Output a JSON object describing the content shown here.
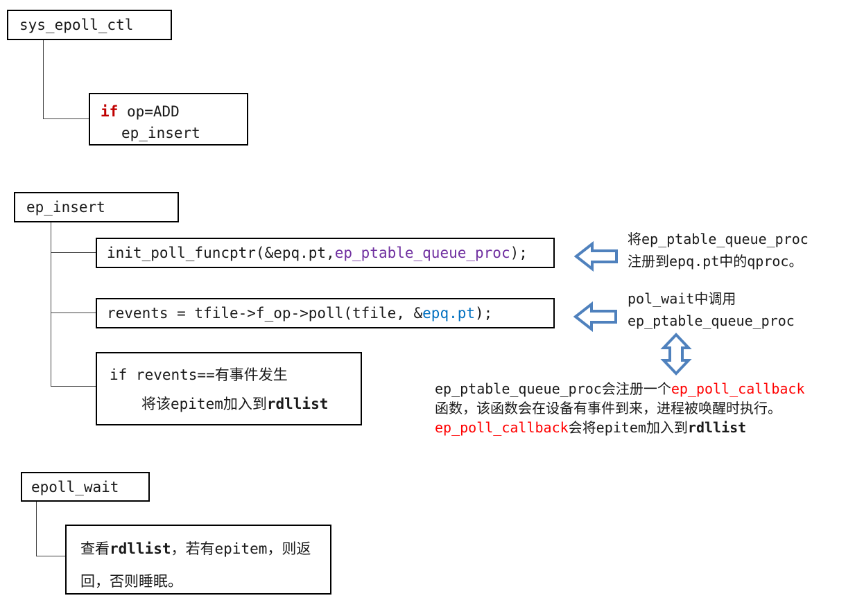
{
  "colors": {
    "box_border": "#000000",
    "connector": "#404040",
    "if_keyword": "#c00000",
    "function_purple": "#7030a0",
    "code_blue": "#0070c0",
    "note_red": "#ff0000",
    "arrow_blue": "#4f81bd",
    "text": "#1a1a1a"
  },
  "flow": {
    "sys_epoll_ctl": {
      "label": "sys_epoll_ctl"
    },
    "if_op_add": {
      "keyword": "if",
      "cond": " op=ADD",
      "body": "ep_insert"
    },
    "ep_insert": {
      "label": "ep_insert"
    },
    "init_poll_funcptr": {
      "pre": "init_poll_funcptr(&epq.pt, ",
      "arg": "ep_ptable_queue_proc",
      "post": " );"
    },
    "revents_poll": {
      "pre": "revents = tfile->f_op->poll(tfile, &",
      "arg": "epq.pt",
      "post": ");"
    },
    "if_revents": {
      "cond": "if revents==有事件发生",
      "action_pre": "将该epitem加入到",
      "action_bold": "rdllist"
    },
    "epoll_wait": {
      "label": "epoll_wait"
    },
    "check_rdllist": {
      "l1_pre": "查看",
      "l1_bold": "rdllist",
      "l1_post": "，若有epitem，则返",
      "l2": "回，否则睡眠。"
    }
  },
  "annotations": {
    "register_note": {
      "l1": "将ep_ptable_queue_proc",
      "l2": "注册到epq.pt中的qproc。"
    },
    "call_note": {
      "l1": "pol_wait中调用",
      "l2": "ep_ptable_queue_proc"
    },
    "callback_note": {
      "l1_black": "ep_ptable_queue_proc会注册一个",
      "l1_red": "ep_poll_callback",
      "l2": "函数，该函数会在设备有事件到来，进程被唤醒时执行。",
      "l3_red": "ep_poll_callback",
      "l3_mid": "会将epitem加入到",
      "l3_bold": "rdllist"
    }
  },
  "icons": {
    "left_arrow": "block-arrow-left",
    "up_down_arrow": "block-arrow-up-down"
  }
}
